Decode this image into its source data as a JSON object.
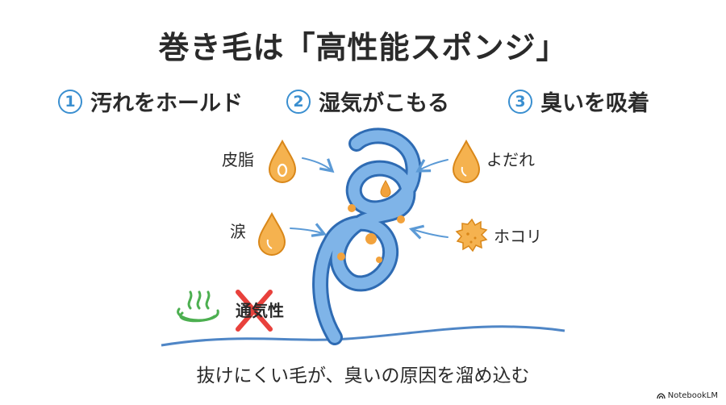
{
  "title": "巻き毛は「高性能スポンジ」",
  "points": [
    {
      "num": "1",
      "label": "汚れをホールド"
    },
    {
      "num": "2",
      "label": "湿気がこもる"
    },
    {
      "num": "3",
      "label": "臭いを吸着"
    }
  ],
  "labels": {
    "sebum": "皮脂",
    "tears": "涙",
    "drool": "よだれ",
    "dust": "ホコリ",
    "ventilation": "通気性"
  },
  "caption": "抜けにくい毛が、臭いの原因を溜め込む",
  "logo": "NotebookLM",
  "colors": {
    "accent_blue": "#3a8fd0",
    "hair_blue": "#5b9ad6",
    "drop_orange": "#f2a23c",
    "cross_red": "#e8413c",
    "steam_green": "#4caf50"
  },
  "icons": [
    "drop-icon",
    "dust-icon",
    "steam-icon",
    "cross-icon",
    "arrow-icon"
  ]
}
